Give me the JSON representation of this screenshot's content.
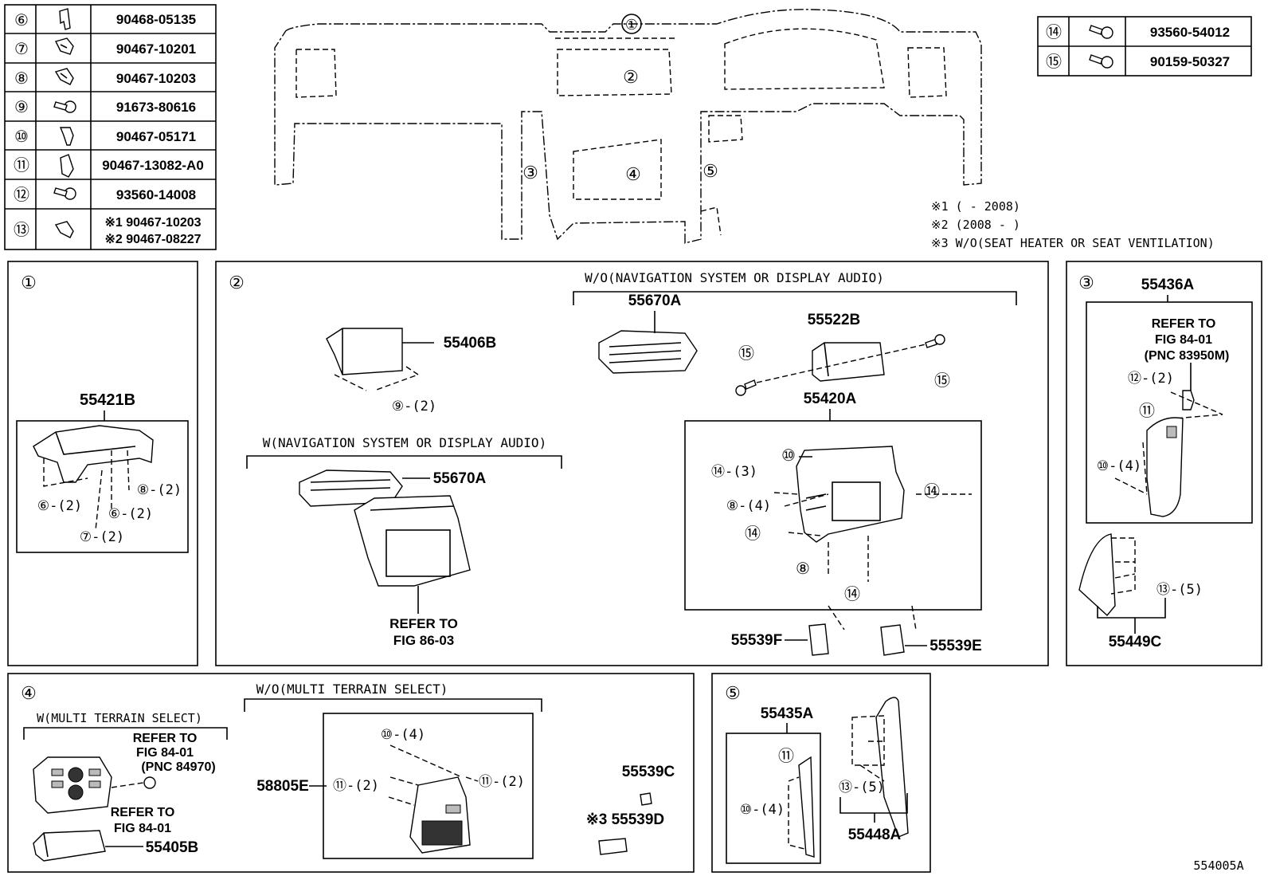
{
  "parts_table": [
    {
      "no": "⑥",
      "icon": "clip-icon",
      "part": "90468-05135"
    },
    {
      "no": "⑦",
      "icon": "clip-icon",
      "part": "90467-10201"
    },
    {
      "no": "⑧",
      "icon": "clip-icon",
      "part": "90467-10203"
    },
    {
      "no": "⑨",
      "icon": "screw-icon",
      "part": "91673-80616"
    },
    {
      "no": "⑩",
      "icon": "clip-icon",
      "part": "90467-05171"
    },
    {
      "no": "⑪",
      "icon": "clip-icon",
      "part": "90467-13082-A0"
    },
    {
      "no": "⑫",
      "icon": "screw-icon",
      "part": "93560-14008"
    },
    {
      "no": "⑬",
      "icon": "clip-icon",
      "part": "※1 90467-10203",
      "part2": "※2 90467-08227"
    }
  ],
  "parts_table_right": [
    {
      "no": "⑭",
      "icon": "screw-icon",
      "part": "93560-54012"
    },
    {
      "no": "⑮",
      "icon": "screw-icon",
      "part": "90159-50327"
    }
  ],
  "overview": {
    "callouts": [
      "①",
      "②",
      "③",
      "④",
      "⑤"
    ],
    "notes": [
      "※1 (     - 2008)",
      "※2 (2008 -     )",
      "※3 W/O(SEAT HEATER OR SEAT VENTILATION)"
    ]
  },
  "panel1": {
    "num": "①",
    "part": "55421B",
    "callouts": [
      "⑥-(2)",
      "⑧-(2)",
      "⑥-(2)",
      "⑦-(2)"
    ]
  },
  "panel2": {
    "num": "②",
    "wo_label": "W/O(NAVIGATION SYSTEM OR DISPLAY AUDIO)",
    "w_label": "W(NAVIGATION SYSTEM OR DISPLAY AUDIO)",
    "p55406B": "55406B",
    "p9": "⑨-(2)",
    "p55670A_top": "55670A",
    "p55522B": "55522B",
    "p15a": "⑮",
    "p15b": "⑮",
    "p55420A": "55420A",
    "p10": "⑩",
    "p14_3": "⑭-(3)",
    "p8_4": "⑧-(4)",
    "p14a": "⑭",
    "p14b": "⑭",
    "p8": "⑧",
    "p14c": "⑭",
    "p55670A": "55670A",
    "refer1": "REFER TO",
    "refer2": "FIG 86-03",
    "p55539F": "55539F",
    "p55539E": "55539E"
  },
  "panel3": {
    "num": "③",
    "part": "55436A",
    "refer1": "REFER TO",
    "refer2": "FIG 84-01",
    "refer3": "(PNC 83950M)",
    "c12": "⑫-(2)",
    "c11": "⑪",
    "c10": "⑩-(4)",
    "c13": "⑬-(5)",
    "p55449C": "55449C"
  },
  "panel4": {
    "num": "④",
    "w_label": "W(MULTI TERRAIN SELECT)",
    "wo_label": "W/O(MULTI TERRAIN SELECT)",
    "refer_a1": "REFER TO",
    "refer_a2": "FIG 84-01",
    "refer_a3": "(PNC 84970)",
    "refer_b1": "REFER TO",
    "refer_b2": "FIG 84-01",
    "p55405B": "55405B",
    "p58805E": "58805E",
    "c10": "⑩-(4)",
    "c11a": "⑪-(2)",
    "c11b": "⑪-(2)",
    "p55539C": "55539C",
    "p55539D": "※3 55539D"
  },
  "panel5": {
    "num": "⑤",
    "part": "55435A",
    "c11": "⑪",
    "c10": "⑩-(4)",
    "c13": "⑬-(5)",
    "p55448A": "55448A"
  },
  "figure_id": "554005A"
}
